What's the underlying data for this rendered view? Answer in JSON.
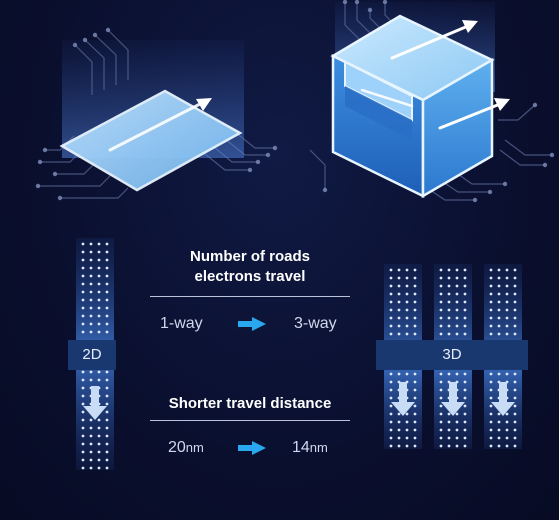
{
  "labels": {
    "roads_title_line1": "Number of roads",
    "roads_title_line2": "electrons travel",
    "roads_before": "1-way",
    "roads_after": "3-way",
    "distance_title": "Shorter travel distance",
    "distance_before_value": "20",
    "distance_before_unit": "nm",
    "distance_after_value": "14",
    "distance_after_unit": "nm",
    "tag_2d": "2D",
    "tag_3d": "3D"
  },
  "colors": {
    "background": "#0b1133",
    "accent_arrow": "#29a8f0",
    "tag_bg": "#1a3870",
    "text": "#ffffff"
  }
}
